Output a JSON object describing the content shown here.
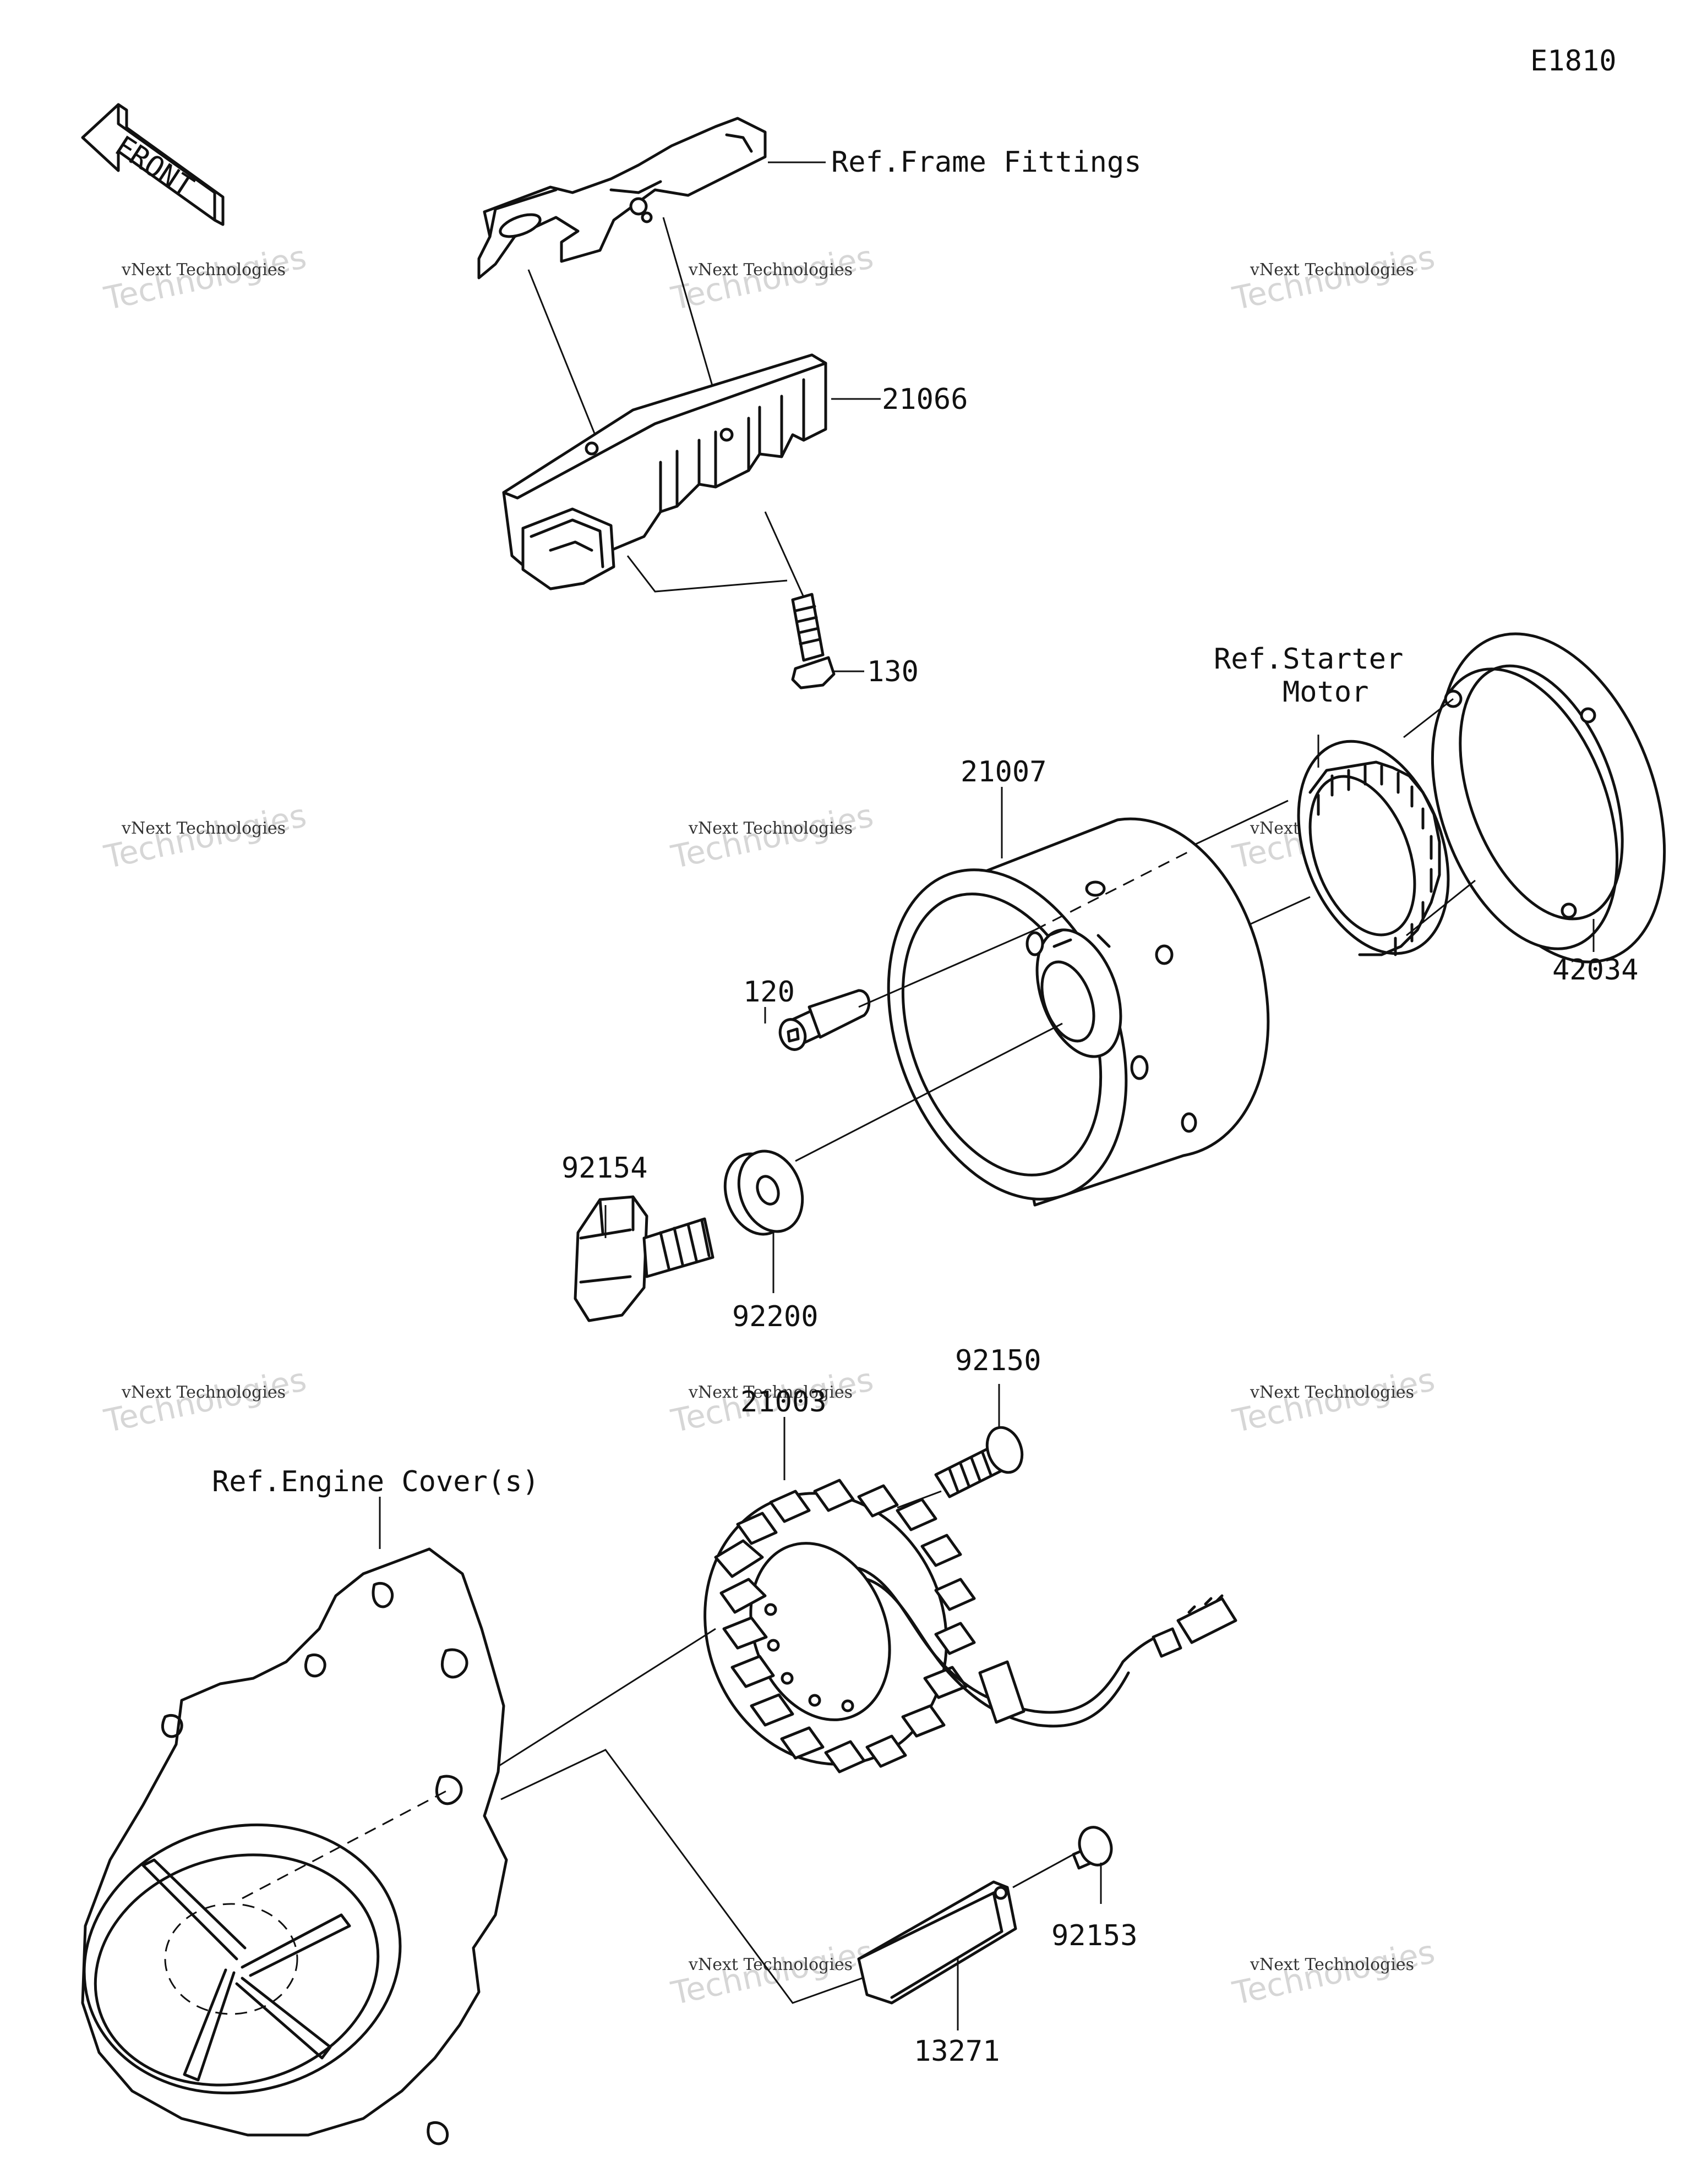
{
  "diagram_code": "E1810",
  "front_label": "FRONT",
  "watermark": {
    "line1": "vNext Technologies",
    "line2": "Technologies",
    "line3": "vNext"
  },
  "labels": {
    "ref_frame_fittings": "Ref.Frame Fittings",
    "p21066": "21066",
    "p130": "130",
    "ref_starter_1": "Ref.Starter",
    "ref_starter_2": "Motor",
    "p21007": "21007",
    "p42034": "42034",
    "p120": "120",
    "p92154": "92154",
    "p92200": "92200",
    "p92150": "92150",
    "p21003": "21003",
    "ref_engine_cover": "Ref.Engine Cover(s)",
    "p92153": "92153",
    "p13271": "13271"
  }
}
